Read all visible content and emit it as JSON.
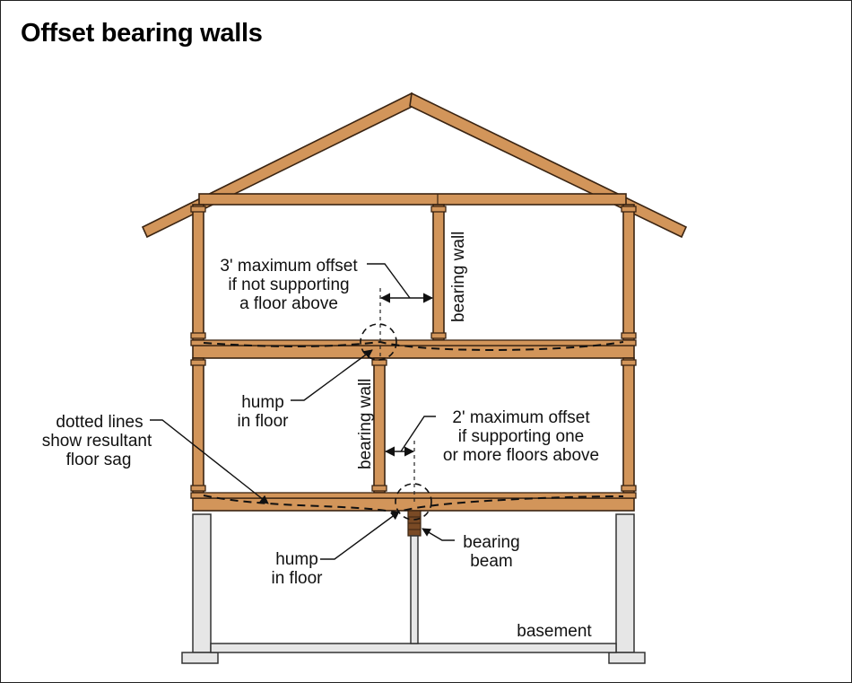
{
  "title": "Offset bearing walls",
  "labels": {
    "offset_top_line1": "3' maximum offset",
    "offset_top_line2": "if not supporting",
    "offset_top_line3": "a floor above",
    "bearing_wall_upper": "bearing wall",
    "bearing_wall_lower": "bearing wall",
    "hump_upper_line1": "hump",
    "hump_upper_line2": "in floor",
    "dotted_line1": "dotted lines",
    "dotted_line2": "show resultant",
    "dotted_line3": "floor sag",
    "offset_mid_line1": "2' maximum offset",
    "offset_mid_line2": "if supporting one",
    "offset_mid_line3": "or more floors above",
    "hump_lower_line1": "hump",
    "hump_lower_line2": "in floor",
    "beam_line1": "bearing",
    "beam_line2": "beam",
    "basement": "basement"
  },
  "colors": {
    "wood": "#d2955a",
    "wood_outline": "#3a2412",
    "concrete": "#e6e6e6"
  }
}
